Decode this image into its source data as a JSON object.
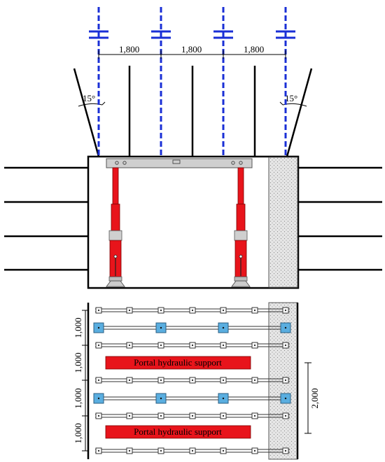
{
  "top_view": {
    "spacing_labels": [
      "1,800",
      "1,800",
      "1,800"
    ],
    "angle_left": "15°",
    "angle_right": "15°"
  },
  "plan_view": {
    "row_spacing_labels": [
      "1,000",
      "1,000",
      "1,000",
      "1,000"
    ],
    "span_label": "2,000",
    "support_labels": [
      "Portal hydraulic support",
      "Portal hydraulic support"
    ]
  },
  "colors": {
    "drill_line": "#1a2fd6",
    "hydraulic": "#e8141b",
    "beam": "#c8c8c8",
    "anchor_plate": "#5aaee0",
    "concrete": "#e0e0e0",
    "line": "#000000"
  }
}
